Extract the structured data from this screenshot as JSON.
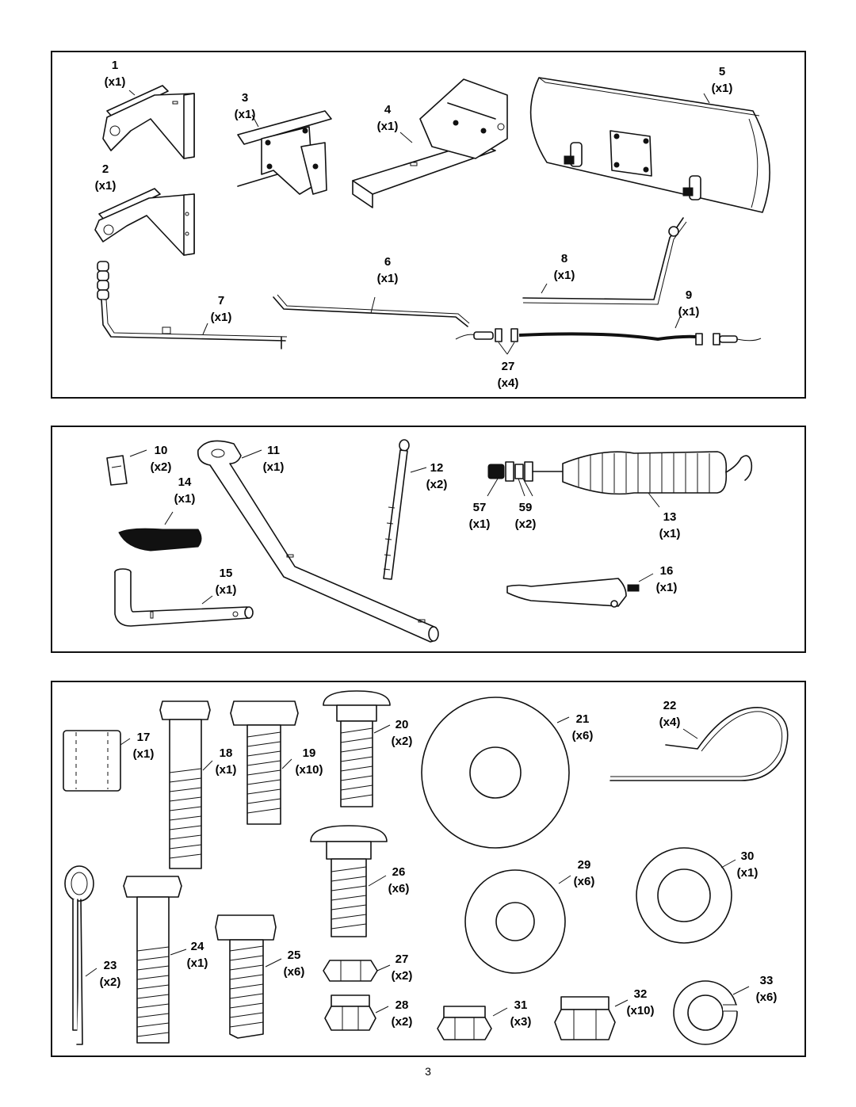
{
  "page_number": "3",
  "parts": [
    {
      "key": "p1",
      "num": "1",
      "qty": "(x1)"
    },
    {
      "key": "p2",
      "num": "2",
      "qty": "(x1)"
    },
    {
      "key": "p3",
      "num": "3",
      "qty": "(x1)"
    },
    {
      "key": "p4",
      "num": "4",
      "qty": "(x1)"
    },
    {
      "key": "p5",
      "num": "5",
      "qty": "(x1)"
    },
    {
      "key": "p6",
      "num": "6",
      "qty": "(x1)"
    },
    {
      "key": "p7",
      "num": "7",
      "qty": "(x1)"
    },
    {
      "key": "p8",
      "num": "8",
      "qty": "(x1)"
    },
    {
      "key": "p9",
      "num": "9",
      "qty": "(x1)"
    },
    {
      "key": "p27a",
      "num": "27",
      "qty": "(x4)"
    },
    {
      "key": "p10",
      "num": "10",
      "qty": "(x2)"
    },
    {
      "key": "p11",
      "num": "11",
      "qty": "(x1)"
    },
    {
      "key": "p12",
      "num": "12",
      "qty": "(x2)"
    },
    {
      "key": "p14",
      "num": "14",
      "qty": "(x1)"
    },
    {
      "key": "p57",
      "num": "57",
      "qty": "(x1)"
    },
    {
      "key": "p59",
      "num": "59",
      "qty": "(x2)"
    },
    {
      "key": "p13",
      "num": "13",
      "qty": "(x1)"
    },
    {
      "key": "p15",
      "num": "15",
      "qty": "(x1)"
    },
    {
      "key": "p16",
      "num": "16",
      "qty": "(x1)"
    },
    {
      "key": "p17",
      "num": "17",
      "qty": "(x1)"
    },
    {
      "key": "p18",
      "num": "18",
      "qty": "(x1)"
    },
    {
      "key": "p19",
      "num": "19",
      "qty": "(x10)"
    },
    {
      "key": "p20",
      "num": "20",
      "qty": "(x2)"
    },
    {
      "key": "p21",
      "num": "21",
      "qty": "(x6)"
    },
    {
      "key": "p22",
      "num": "22",
      "qty": "(x4)"
    },
    {
      "key": "p26",
      "num": "26",
      "qty": "(x6)"
    },
    {
      "key": "p29",
      "num": "29",
      "qty": "(x6)"
    },
    {
      "key": "p30",
      "num": "30",
      "qty": "(x1)"
    },
    {
      "key": "p23",
      "num": "23",
      "qty": "(x2)"
    },
    {
      "key": "p24",
      "num": "24",
      "qty": "(x1)"
    },
    {
      "key": "p25",
      "num": "25",
      "qty": "(x6)"
    },
    {
      "key": "p27b",
      "num": "27",
      "qty": "(x2)"
    },
    {
      "key": "p28",
      "num": "28",
      "qty": "(x2)"
    },
    {
      "key": "p31",
      "num": "31",
      "qty": "(x3)"
    },
    {
      "key": "p32",
      "num": "32",
      "qty": "(x10)"
    },
    {
      "key": "p33",
      "num": "33",
      "qty": "(x6)"
    }
  ]
}
